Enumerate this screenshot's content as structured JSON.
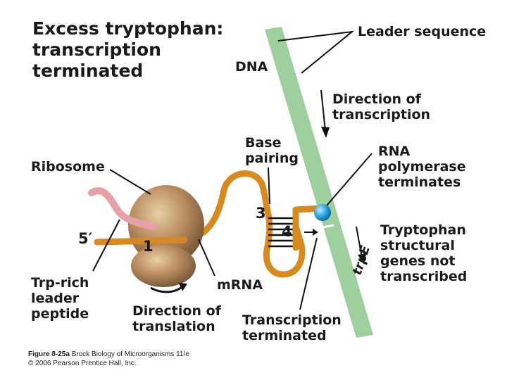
{
  "title_lines": [
    "Excess tryptophan:",
    "transcription",
    "terminated"
  ],
  "labels": {
    "leader_sequence": "Leader sequence",
    "dna": "DNA",
    "direction_transcription": [
      "Direction of",
      "transcription"
    ],
    "base_pairing": [
      "Base",
      "pairing"
    ],
    "rna_polymerase": [
      "RNA",
      "polymerase",
      "terminates"
    ],
    "ribosome": "Ribosome",
    "five_prime": "5′",
    "region_1": "1",
    "region_3": "3",
    "region_4": "4",
    "tryptophan_genes": [
      "Tryptophan",
      "structural",
      "genes not",
      "transcribed"
    ],
    "trp_rich": [
      "Trp-rich",
      "leader",
      "peptide"
    ],
    "mrna": "mRNA",
    "direction_translation": [
      "Direction of",
      "translation"
    ],
    "transcription_terminated": [
      "Transcription",
      "terminated"
    ],
    "trpE": "trpE"
  },
  "caption": {
    "figure": "Figure 8-25a",
    "source": "Brock Biology of Microorganisms 11/e",
    "copyright": "© 2006 Pearson Prentice Hall, Inc."
  },
  "colors": {
    "dna": "#9ecf9e",
    "mrna": "#d98a1f",
    "ribosome": "#b58a5c",
    "peptide": "#e8a0a8",
    "polymerase": "#2aa4dc"
  }
}
